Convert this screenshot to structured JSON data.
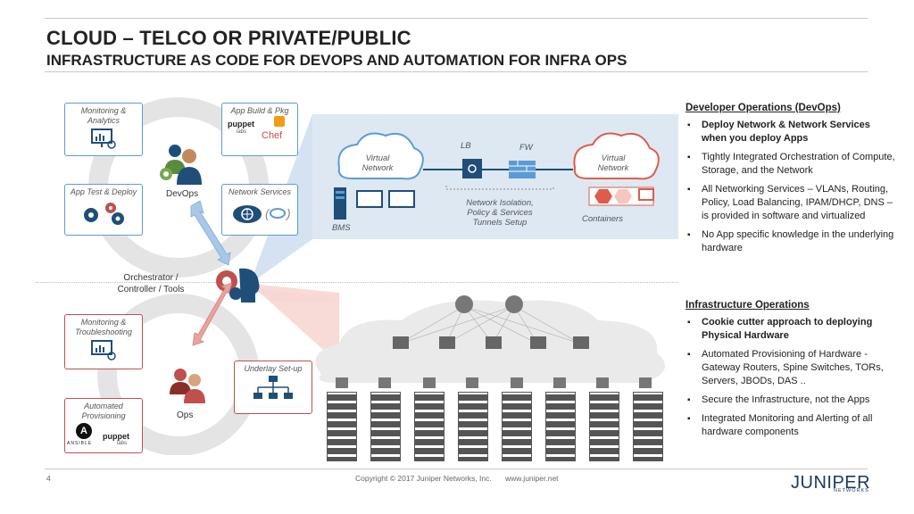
{
  "title": "CLOUD – TELCO OR PRIVATE/PUBLIC",
  "subtitle": "INFRASTRUCTURE AS CODE FOR DEVOPS AND AUTOMATION FOR INFRA OPS",
  "left": {
    "monitoring_analytics": "Monitoring & Analytics",
    "app_build_pkg": "App Build & Pkg",
    "app_test_deploy": "App Test & Deploy",
    "network_services": "Network Services",
    "devops": "DevOps",
    "orchestrator": "Orchestrator / Controller / Tools",
    "monitoring_troubleshooting": "Monitoring & Troubleshooting",
    "underlay_setup": "Underlay Set-up",
    "automated_provisioning": "Automated Provisioning",
    "ops": "Ops",
    "puppet": "puppet",
    "labs": "labs",
    "chef": "Chef",
    "ansible": "ANSIBLE"
  },
  "center": {
    "virtual_network_left": "Virtual Network",
    "virtual_network_right": "Virtual Network",
    "lb": "LB",
    "fw": "FW",
    "bms": "BMS",
    "network_isolation": "Network Isolation, Policy & Services Tunnels Setup",
    "containers": "Containers"
  },
  "right": {
    "devops_heading": "Developer Operations (DevOps)",
    "devops_bullets": [
      "Deploy Network & Network Services when you deploy Apps",
      "Tightly Integrated Orchestration of Compute, Storage, and the Network",
      "All Networking Services – VLANs, Routing, Policy, Load Balancing, IPAM/DHCP, DNS – is provided in software and virtualized",
      "No App specific knowledge in the underlying hardware"
    ],
    "infra_heading": "Infrastructure Operations",
    "infra_bullets": [
      "Cookie cutter approach to deploying Physical Hardware",
      "Automated Provisioning of Hardware - Gateway Routers, Spine Switches, TORs, Servers, JBODs, DAS ..",
      "Secure the Infrastructure, not the Apps",
      "Integrated Monitoring and Alerting of all hardware components"
    ]
  },
  "footer": {
    "page": "4",
    "copyright": "Copyright © 2017 Juniper Networks, Inc.",
    "url": "www.juniper.net",
    "logo": "JUNIPER",
    "logo_sub": "NETWORKS"
  },
  "colors": {
    "blue": "#5b9bd5",
    "red": "#c0504d",
    "teal": "#1f4e79",
    "panel": "#dde8f3"
  }
}
